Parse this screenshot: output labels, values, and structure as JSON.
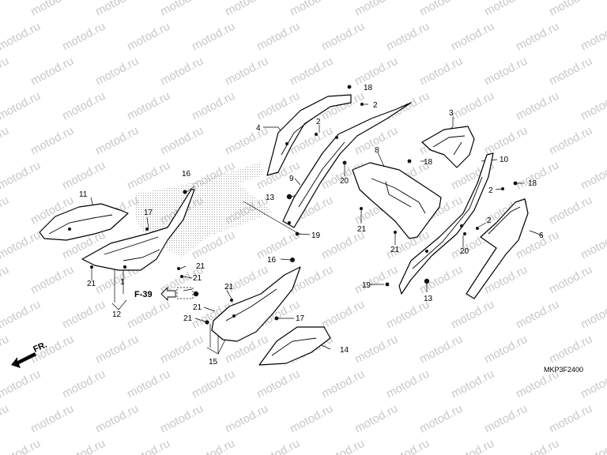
{
  "watermark": "motod.ru",
  "diagram_code": "MKP3F2400",
  "ref_label": "F-39",
  "direction_label": "FR.",
  "labels": {
    "p1": "1",
    "p2a": "2",
    "p2b": "2",
    "p2c": "2",
    "p2d": "2",
    "p3": "3",
    "p4": "4",
    "p6": "6",
    "p8": "8",
    "p9": "9",
    "p10": "10",
    "p11": "11",
    "p12": "12",
    "p13a": "13",
    "p13b": "13",
    "p14": "14",
    "p15": "15",
    "p16a": "16",
    "p16b": "16",
    "p17a": "17",
    "p17b": "17",
    "p18a": "18",
    "p18b": "18",
    "p18c": "18",
    "p19a": "19",
    "p19b": "19",
    "p20a": "20",
    "p20b": "20",
    "p21a": "21",
    "p21b": "21",
    "p21c": "21",
    "p21d": "21",
    "p21e": "21",
    "p21f": "21",
    "p21g": "21",
    "p21h": "21"
  }
}
